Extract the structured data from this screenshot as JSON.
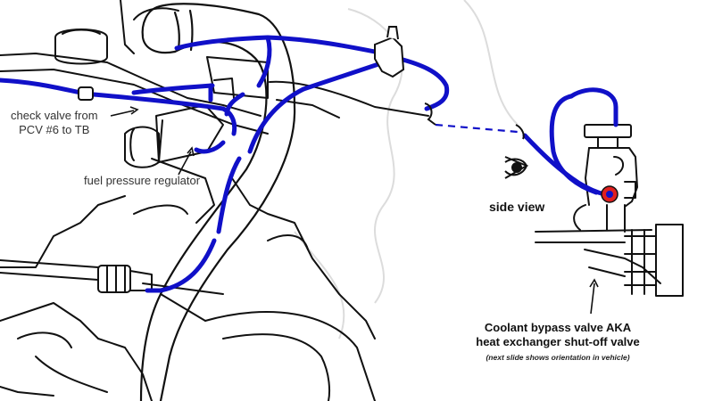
{
  "labels": {
    "check_valve_line1": "check valve from",
    "check_valve_line2": "PCV #6 to TB",
    "fuel_pressure_regulator": "fuel pressure regulator",
    "side_view": "side view",
    "coolant_line1": "Coolant bypass valve AKA",
    "coolant_line2": "heat exchanger shut-off valve",
    "coolant_note": "(next slide shows orientation in vehicle)"
  },
  "colors": {
    "hose": "#1010c8",
    "outline": "#111111",
    "valve_accent": "#e02020",
    "watermark": "#d8d8d8"
  }
}
